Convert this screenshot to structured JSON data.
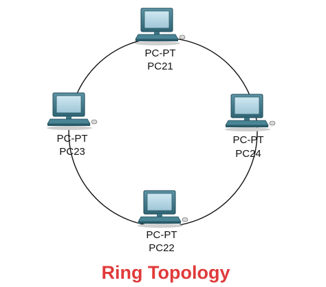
{
  "diagram": {
    "caption": "Ring Topology",
    "caption_color": "#e03a3a",
    "ring_color": "#111111",
    "nodes": [
      {
        "id": "pc21",
        "type": "PC-PT",
        "name": "PC21",
        "icon": "desktop-pc-icon"
      },
      {
        "id": "pc23",
        "type": "PC-PT",
        "name": "PC23",
        "icon": "desktop-pc-icon"
      },
      {
        "id": "pc24",
        "type": "PC-PT",
        "name": "PC24",
        "icon": "desktop-pc-icon"
      },
      {
        "id": "pc22",
        "type": "PC-PT",
        "name": "PC22",
        "icon": "desktop-pc-icon"
      }
    ]
  }
}
